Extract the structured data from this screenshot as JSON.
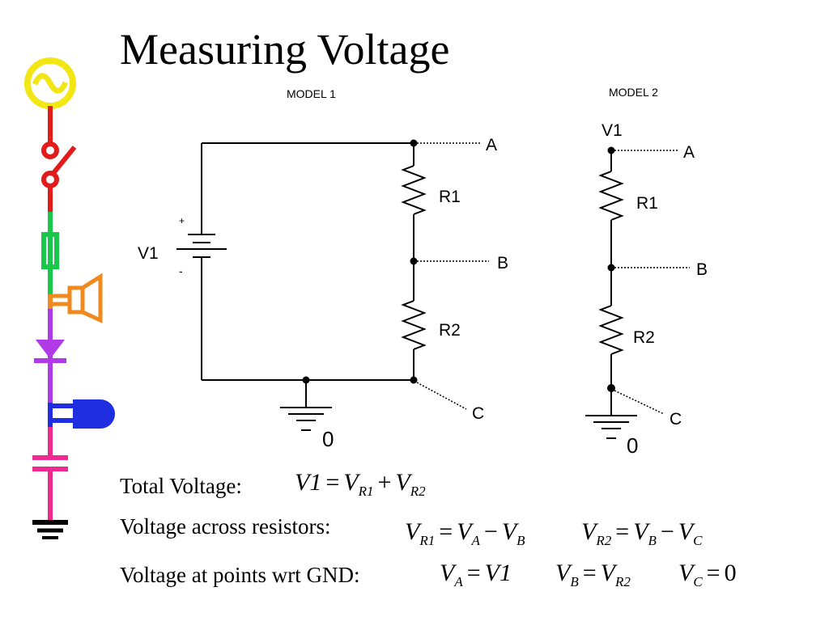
{
  "title": "Measuring Voltage",
  "model1": {
    "label": "MODEL 1",
    "source": "V1",
    "plus": "+",
    "minus": "-",
    "r1": "R1",
    "r2": "R2",
    "nodes": [
      "A",
      "B",
      "C"
    ],
    "ground": "0"
  },
  "model2": {
    "label": "MODEL 2",
    "source": "V1",
    "r1": "R1",
    "r2": "R2",
    "nodes": [
      "A",
      "B",
      "C"
    ],
    "ground": "0"
  },
  "equations": {
    "total_label": "Total Voltage:",
    "across_label": "Voltage across resistors:",
    "points_label": "Voltage at points wrt GND:",
    "v1": "V1",
    "v": "V",
    "sub_r1": "R1",
    "sub_r2": "R2",
    "sub_a": "A",
    "sub_b": "B",
    "sub_c": "C",
    "eq_sign": "=",
    "plus_sign": "+",
    "minus_sign": "−",
    "zero": "0"
  },
  "sidebar_icon_colors": {
    "source": "#f2e614",
    "switch": "#e21b1b",
    "fuse": "#19c84a",
    "speaker": "#f08a1e",
    "diode": "#b03ae8",
    "led": "#1e2ee0",
    "capacitor": "#ec2a8f",
    "ground": "#000000"
  }
}
